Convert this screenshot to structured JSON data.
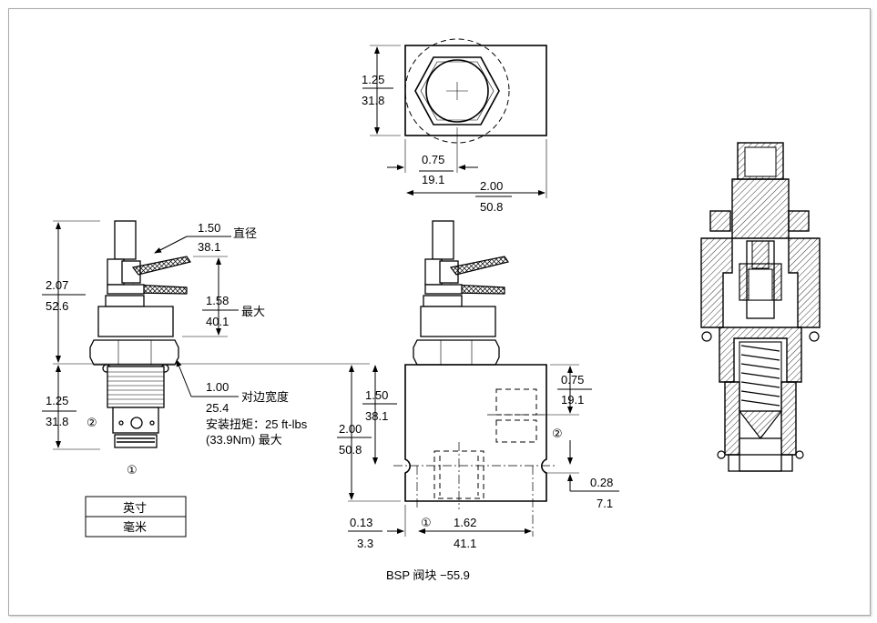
{
  "dims": {
    "top_height_in": "1.25",
    "top_height_mm": "31.8",
    "top_port_in": "0.75",
    "top_port_mm": "19.1",
    "top_width_in": "2.00",
    "top_width_mm": "50.8",
    "dia_in": "1.50",
    "dia_mm": "38.1",
    "dia_label": "直径",
    "len_in": "2.07",
    "len_mm": "52.6",
    "max_in": "1.58",
    "max_mm": "40.1",
    "max_label": "最大",
    "hex_in": "1.00",
    "hex_mm": "25.4",
    "hex_label": "对边宽度",
    "torque_line1": "安装扭矩：25 ft-lbs",
    "torque_line2": "(33.9Nm) 最大",
    "thread_in": "1.25",
    "thread_mm": "31.8",
    "blk_h1_in": "1.50",
    "blk_h1_mm": "38.1",
    "blk_h2_in": "2.00",
    "blk_h2_mm": "50.8",
    "side_top_in": "0.75",
    "side_top_mm": "19.1",
    "side_bot_in": "0.28",
    "side_bot_mm": "7.1",
    "bot_left_in": "0.13",
    "bot_left_mm": "3.3",
    "bot_mid_in": "1.62",
    "bot_mid_mm": "41.1",
    "port1": "①",
    "port2": "②"
  },
  "legend": {
    "inch": "英寸",
    "mm": "毫米"
  },
  "caption": "BSP 阀块 −55.9"
}
